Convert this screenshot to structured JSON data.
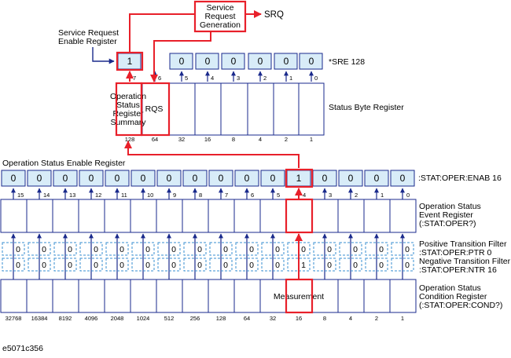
{
  "top": {
    "srg_line1": "Service",
    "srg_line2": "Request",
    "srg_line3": "Generation",
    "srq": "SRQ",
    "sre_line1": "Service Request",
    "sre_line2": "Enable Register",
    "sre_values": [
      "1",
      "",
      "0",
      "0",
      "0",
      "0",
      "0",
      "0"
    ],
    "sre_bits": [
      "7",
      "6",
      "5",
      "4",
      "3",
      "2",
      "1",
      "0"
    ],
    "sre_cmd": "*SRE 128",
    "osr_line1": "Operation",
    "osr_line2": "Status",
    "osr_line3": "Register",
    "osr_line4": "Summary",
    "rqs": "RQS",
    "sbr_label": "Status Byte Register",
    "sbr_weights": [
      "128",
      "64",
      "32",
      "16",
      "8",
      "4",
      "2",
      "1"
    ]
  },
  "bottom": {
    "enable_title": "Operation Status Enable Register",
    "enable_values": [
      "0",
      "0",
      "0",
      "0",
      "0",
      "0",
      "0",
      "0",
      "0",
      "0",
      "0",
      "1",
      "0",
      "0",
      "0",
      "0"
    ],
    "enable_cmd": ":STAT:OPER:ENAB 16",
    "bits": [
      "15",
      "14",
      "13",
      "12",
      "11",
      "10",
      "9",
      "8",
      "7",
      "6",
      "5",
      "4",
      "3",
      "2",
      "1",
      "0"
    ],
    "event_line1": "Operation Status",
    "event_line2": "Event Register",
    "event_line3": "(:STAT:OPER?)",
    "ptr_values": [
      "0",
      "0",
      "0",
      "0",
      "0",
      "0",
      "0",
      "0",
      "0",
      "0",
      "0",
      "0",
      "0",
      "0",
      "0",
      "0"
    ],
    "ptr_line1": "Positive Transition Filter",
    "ptr_line2": ":STAT:OPER:PTR 0",
    "ntr_values": [
      "0",
      "0",
      "0",
      "0",
      "0",
      "0",
      "0",
      "0",
      "0",
      "0",
      "0",
      "1",
      "0",
      "0",
      "0",
      "0"
    ],
    "ntr_line1": "Negative Transition Filter",
    "ntr_line2": ":STAT:OPER:NTR 16",
    "measurement": "Measurement",
    "cond_line1": "Operation Status",
    "cond_line2": "Condition Register",
    "cond_line3": "(:STAT:OPER:COND?)",
    "weights": [
      "32768",
      "16384",
      "8192",
      "4096",
      "2048",
      "1024",
      "512",
      "256",
      "128",
      "64",
      "32",
      "16",
      "8",
      "4",
      "2",
      "1"
    ]
  },
  "footer": {
    "figure_id": "e5071c356"
  },
  "colors": {
    "red": "#e8202a",
    "blue": "#1a2a8c",
    "cellfill": "#d8ecf8",
    "dash": "#3a8fd0"
  }
}
